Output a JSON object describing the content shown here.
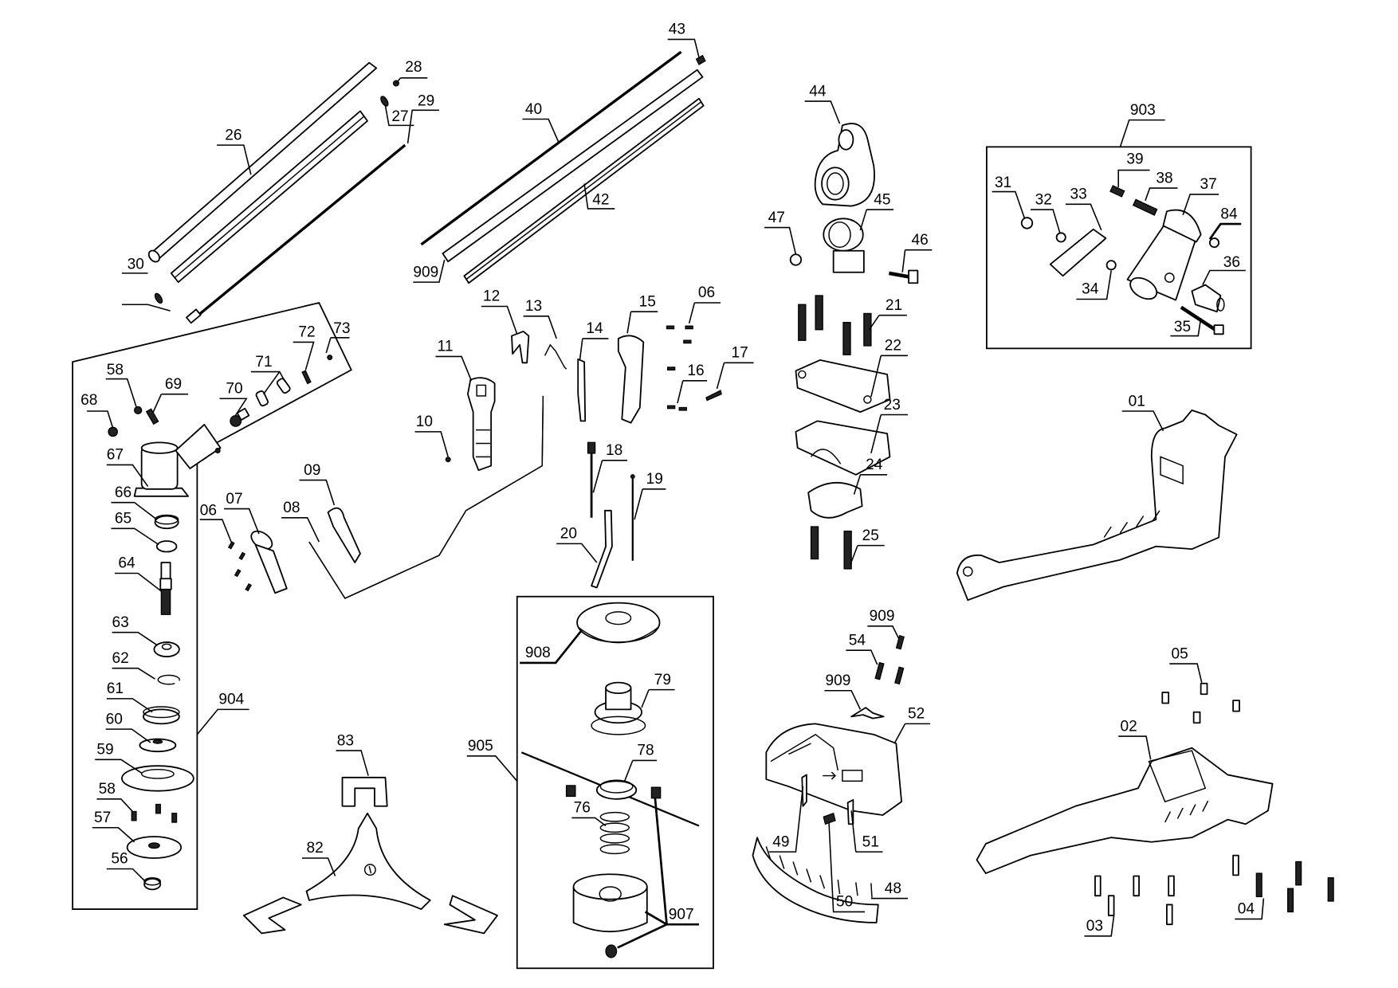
{
  "diagram": {
    "title": "Exploded parts diagram — brush cutter / grass trimmer",
    "background": "#ffffff",
    "line_color": "#000000",
    "groups": {
      "g903": {
        "label": "903",
        "parts": [
          "31",
          "32",
          "33",
          "34",
          "35",
          "36",
          "37",
          "38",
          "39",
          "84"
        ]
      },
      "g904": {
        "label": "904",
        "parts": [
          "56",
          "57",
          "58",
          "59",
          "60",
          "61",
          "62",
          "63",
          "64",
          "65",
          "66",
          "67",
          "68",
          "69",
          "70",
          "71",
          "72",
          "73"
        ]
      },
      "g905": {
        "label": "905",
        "parts": [
          "76",
          "78",
          "79",
          "907",
          "908"
        ]
      }
    },
    "labels": {
      "p01": "01",
      "p02": "02",
      "p03": "03",
      "p04": "04",
      "p05": "05",
      "p06a": "06",
      "p06b": "06",
      "p07": "07",
      "p08": "08",
      "p09": "09",
      "p10": "10",
      "p11": "11",
      "p12": "12",
      "p13": "13",
      "p14": "14",
      "p15": "15",
      "p16": "16",
      "p17": "17",
      "p18": "18",
      "p19": "19",
      "p20": "20",
      "p21": "21",
      "p22": "22",
      "p23": "23",
      "p24": "24",
      "p25": "25",
      "p26": "26",
      "p27": "27",
      "p28": "28",
      "p29": "29",
      "p30": "30",
      "p31": "31",
      "p32": "32",
      "p33": "33",
      "p34": "34",
      "p35": "35",
      "p36": "36",
      "p37": "37",
      "p38": "38",
      "p39": "39",
      "p40": "40",
      "p42": "42",
      "p43": "43",
      "p44": "44",
      "p45": "45",
      "p46": "46",
      "p47": "47",
      "p48": "48",
      "p49": "49",
      "p50": "50",
      "p51": "51",
      "p52": "52",
      "p54": "54",
      "p56": "56",
      "p57": "57",
      "p58a": "58",
      "p58b": "58",
      "p59": "59",
      "p60": "60",
      "p61": "61",
      "p62": "62",
      "p63": "63",
      "p64": "64",
      "p65": "65",
      "p66": "66",
      "p67": "67",
      "p68": "68",
      "p69": "69",
      "p70": "70",
      "p71": "71",
      "p72": "72",
      "p73": "73",
      "p76": "76",
      "p78": "78",
      "p79": "79",
      "p82": "82",
      "p83": "83",
      "p84": "84",
      "p903": "903",
      "p904": "904",
      "p905": "905",
      "p907": "907",
      "p908": "908",
      "p909a": "909",
      "p909b": "909",
      "p909c": "909"
    }
  }
}
